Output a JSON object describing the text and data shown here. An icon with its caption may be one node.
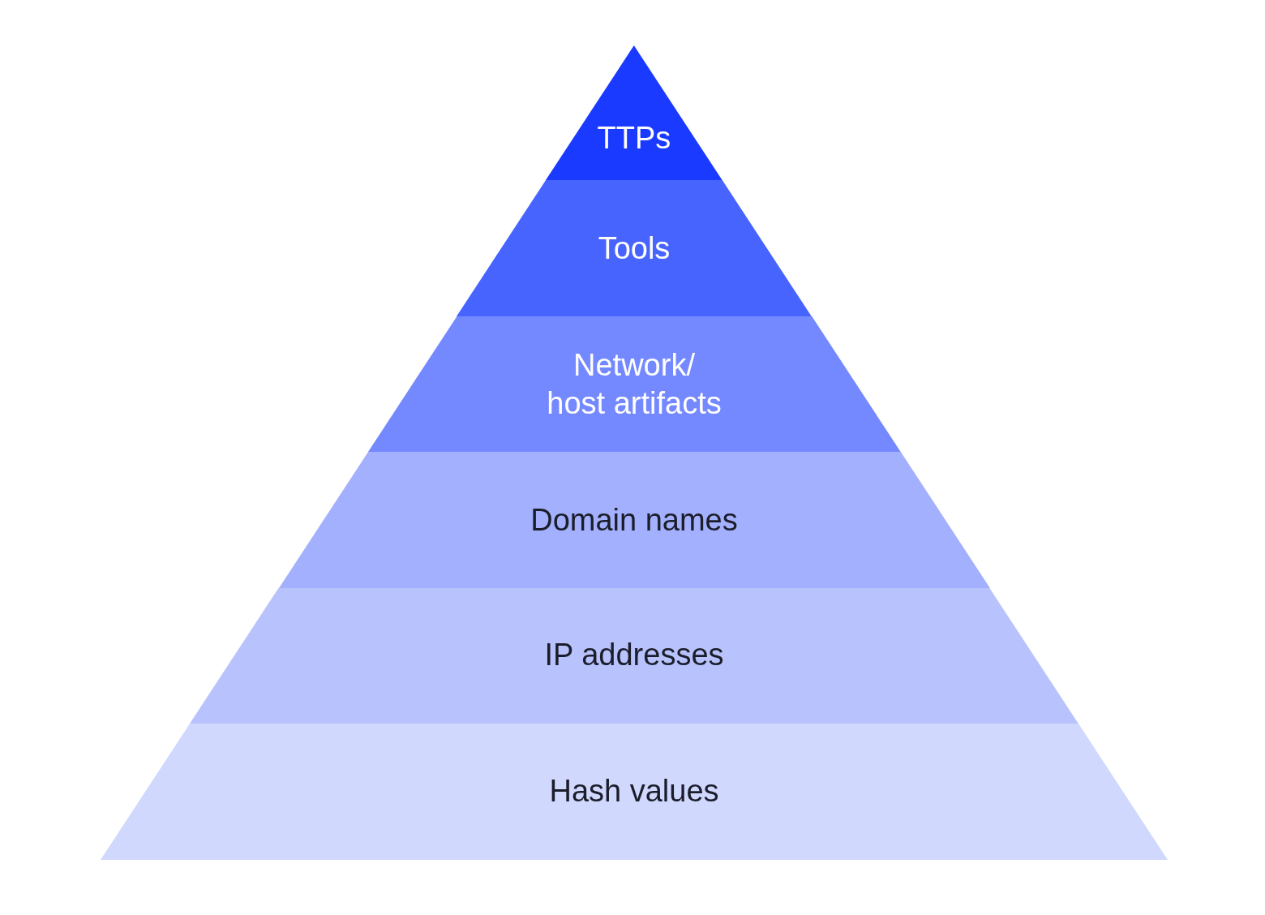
{
  "diagram": {
    "nodes": [
      {
        "text": [
          "TTPs"
        ]
      },
      {
        "text": [
          "Tools"
        ]
      },
      {
        "text": [
          "Network/ host artifacts"
        ]
      },
      {
        "text": [
          "Domain names"
        ]
      },
      {
        "text": [
          "IP addresses"
        ]
      },
      {
        "text": [
          "Hash values"
        ]
      }
    ]
  }
}
